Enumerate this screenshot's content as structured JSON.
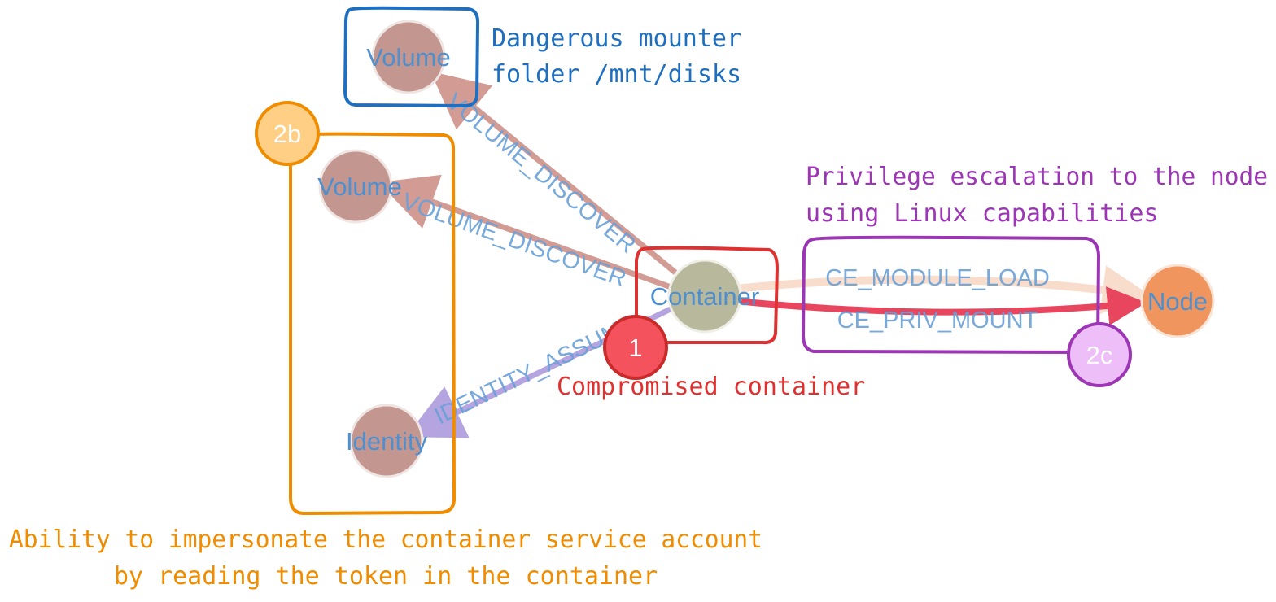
{
  "nodes": {
    "volume_top": "Volume",
    "volume_mid": "Volume",
    "identity": "Identity",
    "container": "Container",
    "node": "Node"
  },
  "edges": {
    "volume_discover_top": "VOLUME_DISCOVER",
    "volume_discover_mid": "VOLUME_DISCOVER",
    "identity_assume": "IDENTITY_ASSUME",
    "ce_module_load": "CE_MODULE_LOAD",
    "ce_priv_mount": "CE_PRIV_MOUNT"
  },
  "badges": {
    "compromised": "1",
    "identity_group": "2b",
    "privesc": "2c"
  },
  "annotations": {
    "dangerous_line1": "Dangerous mounter",
    "dangerous_line2": "folder /mnt/disks",
    "privesc_line1": "Privilege escalation to the node",
    "privesc_line2": "using Linux capabilities",
    "compromised": "Compromised container",
    "impersonate_line1": "Ability to impersonate the container service account",
    "impersonate_line2": "by reading the token in the container"
  },
  "colors": {
    "blue": "#1f6fc0",
    "orange": "#f08c00",
    "purple": "#9c36b5",
    "red": "#e03131",
    "node_brown": "#c49690",
    "node_olive": "#b8b89c",
    "node_orange": "#f0955e"
  }
}
